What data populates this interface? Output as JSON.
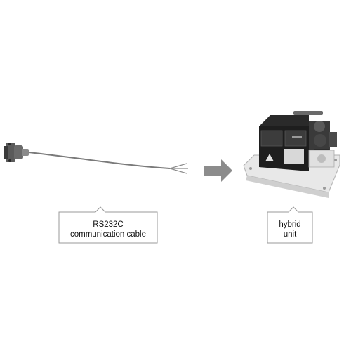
{
  "cable": {
    "label_line1": "RS232C",
    "label_line2": "communication cable"
  },
  "unit": {
    "label_line1": "hybrid",
    "label_line2": "unit"
  },
  "arrow": {
    "direction": "right",
    "color": "#8c8c8c"
  },
  "colors": {
    "outline": "#9a9a9a",
    "cable": "#7a7a7a",
    "unit_body": "#1e1e1e"
  }
}
